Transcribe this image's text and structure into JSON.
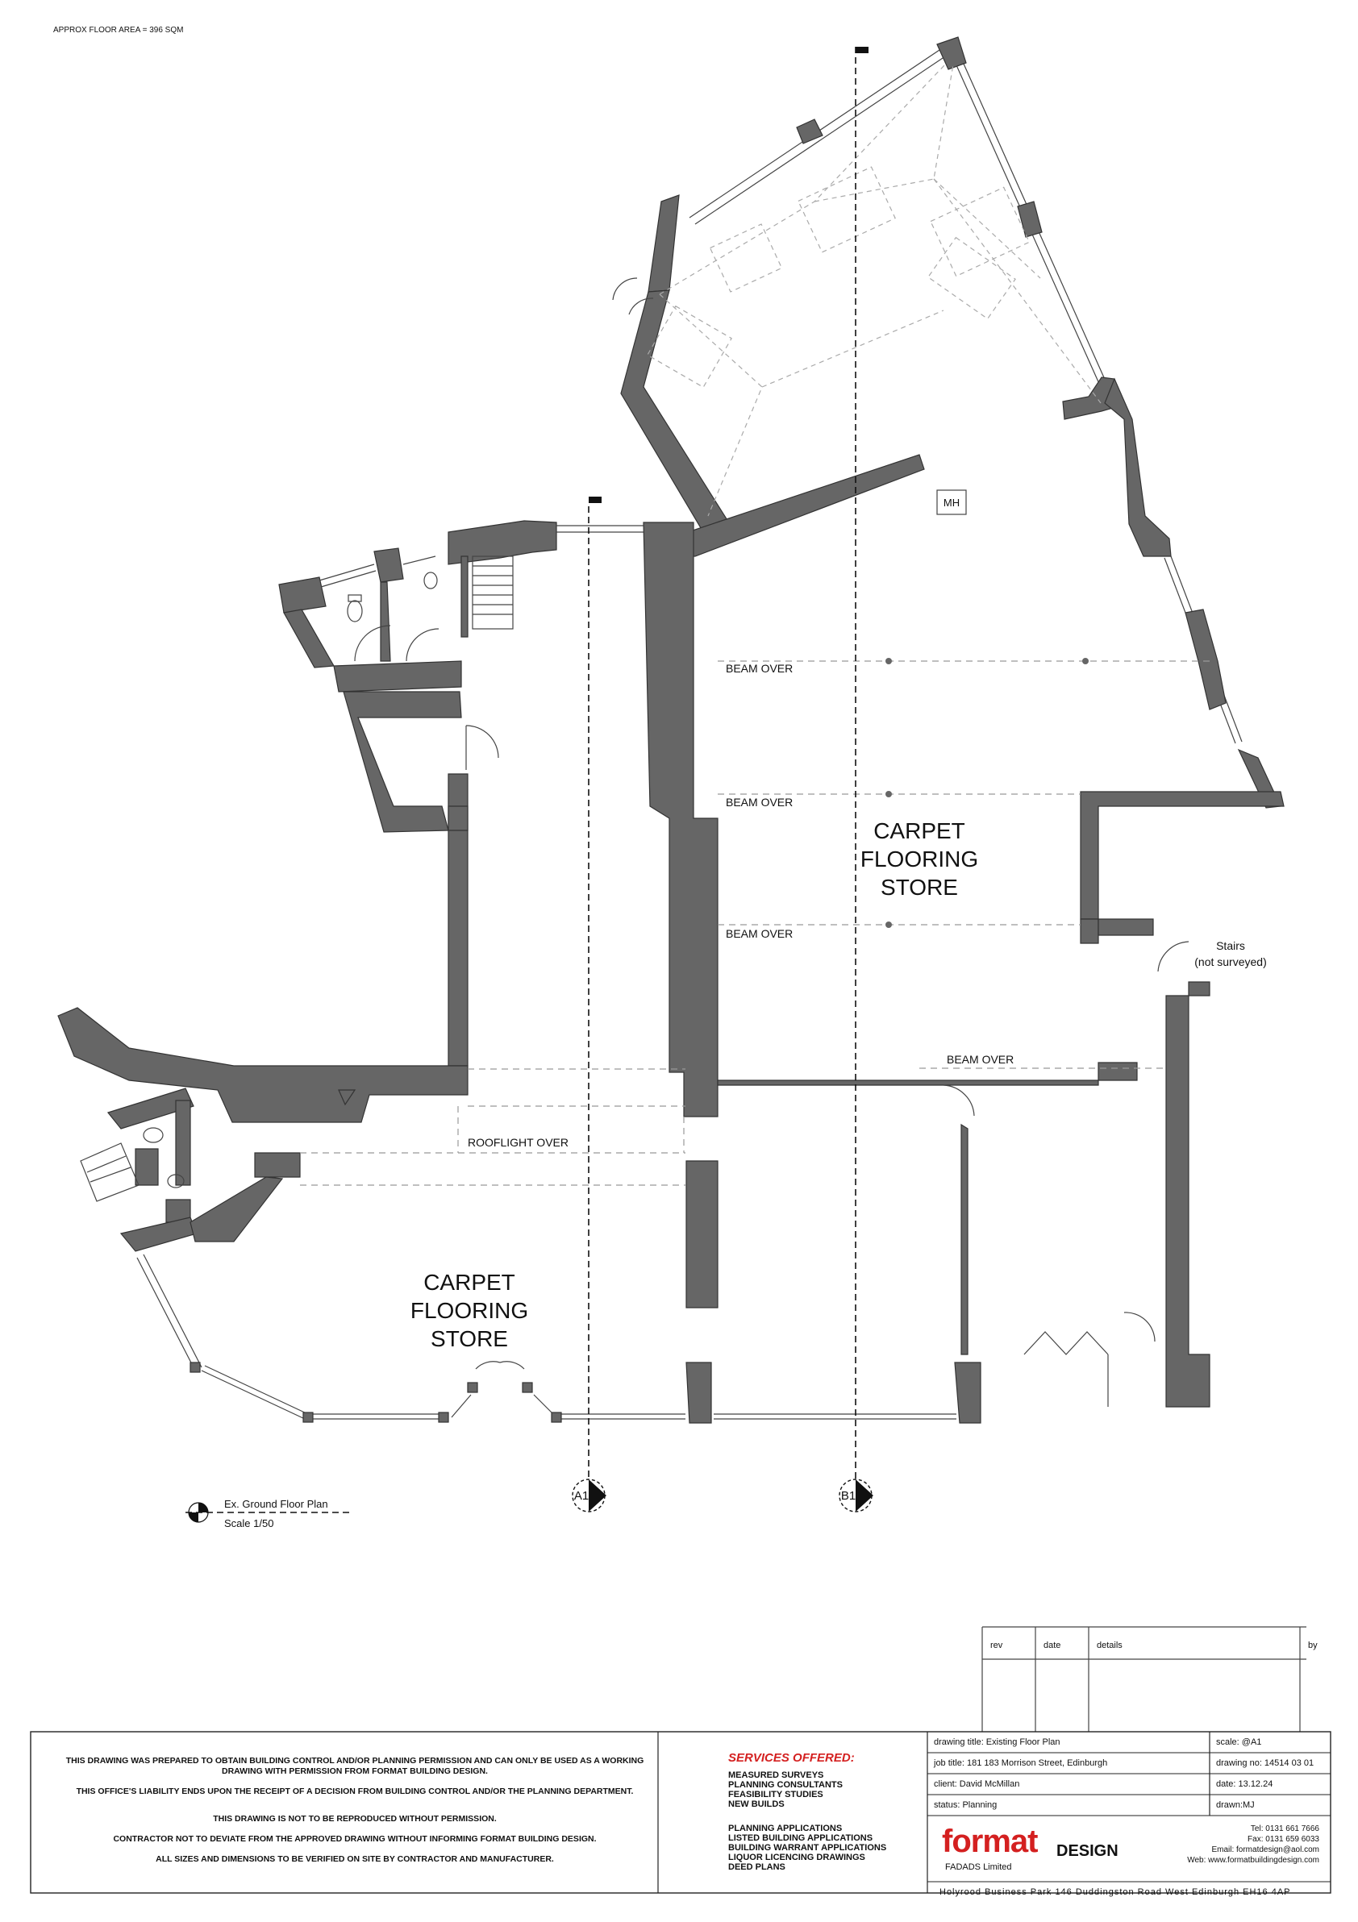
{
  "area_label": "APPROX FLOOR AREA  = 396 SQM",
  "rooms": {
    "upper_store": "CARPET\nFLOORING\nSTORE",
    "lower_store": "CARPET\nFLOORING\nSTORE",
    "upper_lines": [
      "CARPET",
      "FLOORING",
      "STORE"
    ],
    "lower_lines": [
      "CARPET",
      "FLOORING",
      "STORE"
    ],
    "mh": "MH",
    "stairs_lines": [
      "Stairs",
      "(not surveyed)"
    ]
  },
  "annotations": {
    "beam1": "BEAM OVER",
    "beam2": "BEAM OVER",
    "beam3": "BEAM OVER",
    "beam4": "BEAM OVER",
    "rooflight": "ROOFLIGHT OVER"
  },
  "sections": {
    "a": "A1",
    "b": "B1"
  },
  "plan_key": {
    "title": "Ex. Ground Floor Plan",
    "scale": "Scale 1/50"
  },
  "revision_table": {
    "rev": "rev",
    "date": "date",
    "details": "details",
    "by": "by"
  },
  "notes": [
    "THIS DRAWING WAS PREPARED TO OBTAIN BUILDING CONTROL AND/OR PLANNING PERMISSION AND CAN ONLY BE USED AS A WORKING DRAWING WITH PERMISSION FROM FORMAT BUILDING DESIGN.",
    "THIS OFFICE'S LIABILITY ENDS UPON THE RECEIPT OF A DECISION FROM BUILDING CONTROL AND/OR THE PLANNING DEPARTMENT.",
    "THIS DRAWING IS NOT TO BE REPRODUCED WITHOUT PERMISSION.",
    "CONTRACTOR NOT TO DEVIATE FROM THE APPROVED DRAWING WITHOUT INFORMING FORMAT BUILDING DESIGN.",
    "ALL SIZES AND DIMENSIONS TO BE VERIFIED ON SITE BY CONTRACTOR AND MANUFACTURER."
  ],
  "services": {
    "title": "SERVICES OFFERED:",
    "group1": [
      "MEASURED SURVEYS",
      "PLANNING CONSULTANTS",
      "FEASIBILITY STUDIES",
      "NEW BUILDS"
    ],
    "group2": [
      "PLANNING APPLICATIONS",
      "LISTED BUILDING APPLICATIONS",
      "BUILDING WARRANT APPLICATIONS",
      "LIQUOR LICENCING DRAWINGS",
      "DEED PLANS"
    ]
  },
  "title_block": {
    "drawing_title": "drawing title: Existing Floor Plan",
    "job_title": "job title:  181 183 Morrison Street, Edinburgh",
    "client": "client:  David McMillan",
    "status": "status: Planning",
    "scale": "scale: @A1",
    "drawing_no": "drawing no: 14514 03 01",
    "date": "date: 13.12.24",
    "drawn": "drawn:MJ"
  },
  "company": {
    "logo_main": "format",
    "logo_sub": "DESIGN",
    "fadads": "FADADS Limited",
    "tel": "Tel: 0131 661 7666",
    "fax": "Fax: 0131 659 6033",
    "email": "Email: formatdesign@aol.com",
    "web": "Web: www.formatbuildingdesign.com",
    "address": "Holyrood Business Park 146 Duddingston Road West Edinburgh EH16 4AP"
  },
  "colors": {
    "wall": "#666666",
    "logo_red": "#d42020"
  }
}
